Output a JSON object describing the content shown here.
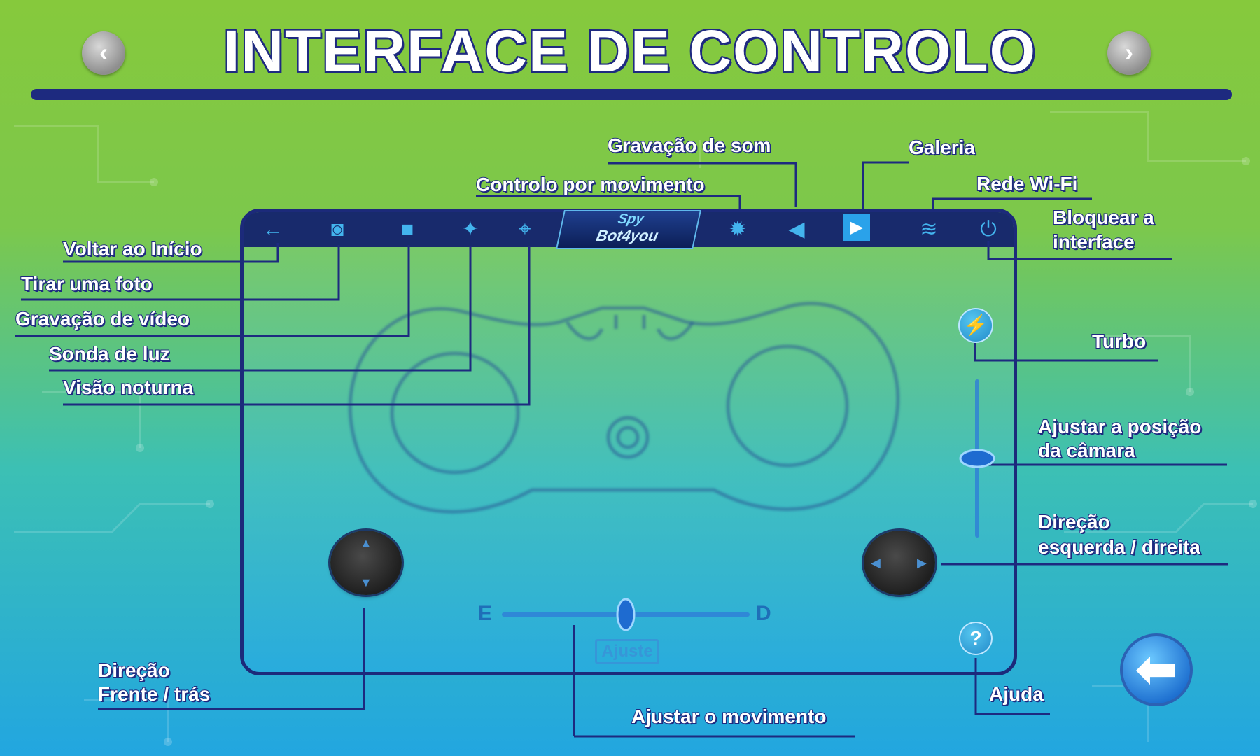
{
  "title": "INTERFACE DE CONTROLO",
  "nav": {
    "prev": "‹",
    "next": "›"
  },
  "logo": {
    "line1": "Spy",
    "line2": "Bot4you"
  },
  "labels": {
    "back_home": "Voltar ao Início",
    "photo": "Tirar uma foto",
    "video": "Gravação de vídeo",
    "light": "Sonda de luz",
    "night": "Visão noturna",
    "motion": "Controlo por movimento",
    "sound": "Gravação de som",
    "gallery": "Galeria",
    "wifi": "Rede Wi-Fi",
    "lock_line1": "Bloquear a",
    "lock_line2": "interface",
    "turbo": "Turbo",
    "camera_line1": "Ajustar a posição",
    "camera_line2": "da câmara",
    "lr_line1": "Direção",
    "lr_line2": "esquerda / direita",
    "fb_line1": "Direção",
    "fb_line2": "Frente / trás",
    "adjust_motion": "Ajustar o movimento",
    "help": "Ajuda"
  },
  "slider": {
    "left": "E",
    "right": "D",
    "button": "Ajuste"
  },
  "icons": {
    "back": "←",
    "camera": "◙",
    "video": "■",
    "light": "✦",
    "crosshair": "⌖",
    "motion": "✹",
    "speaker": "◀",
    "play": "▶",
    "wifi": "≋",
    "power": "⏻",
    "turbo": "⚡",
    "help": "?",
    "big_back": "⬅",
    "up": "▲",
    "down": "▼",
    "left": "◀",
    "right": "▶"
  },
  "colors": {
    "accent": "#1d2a7f",
    "icon": "#43b4ee"
  }
}
